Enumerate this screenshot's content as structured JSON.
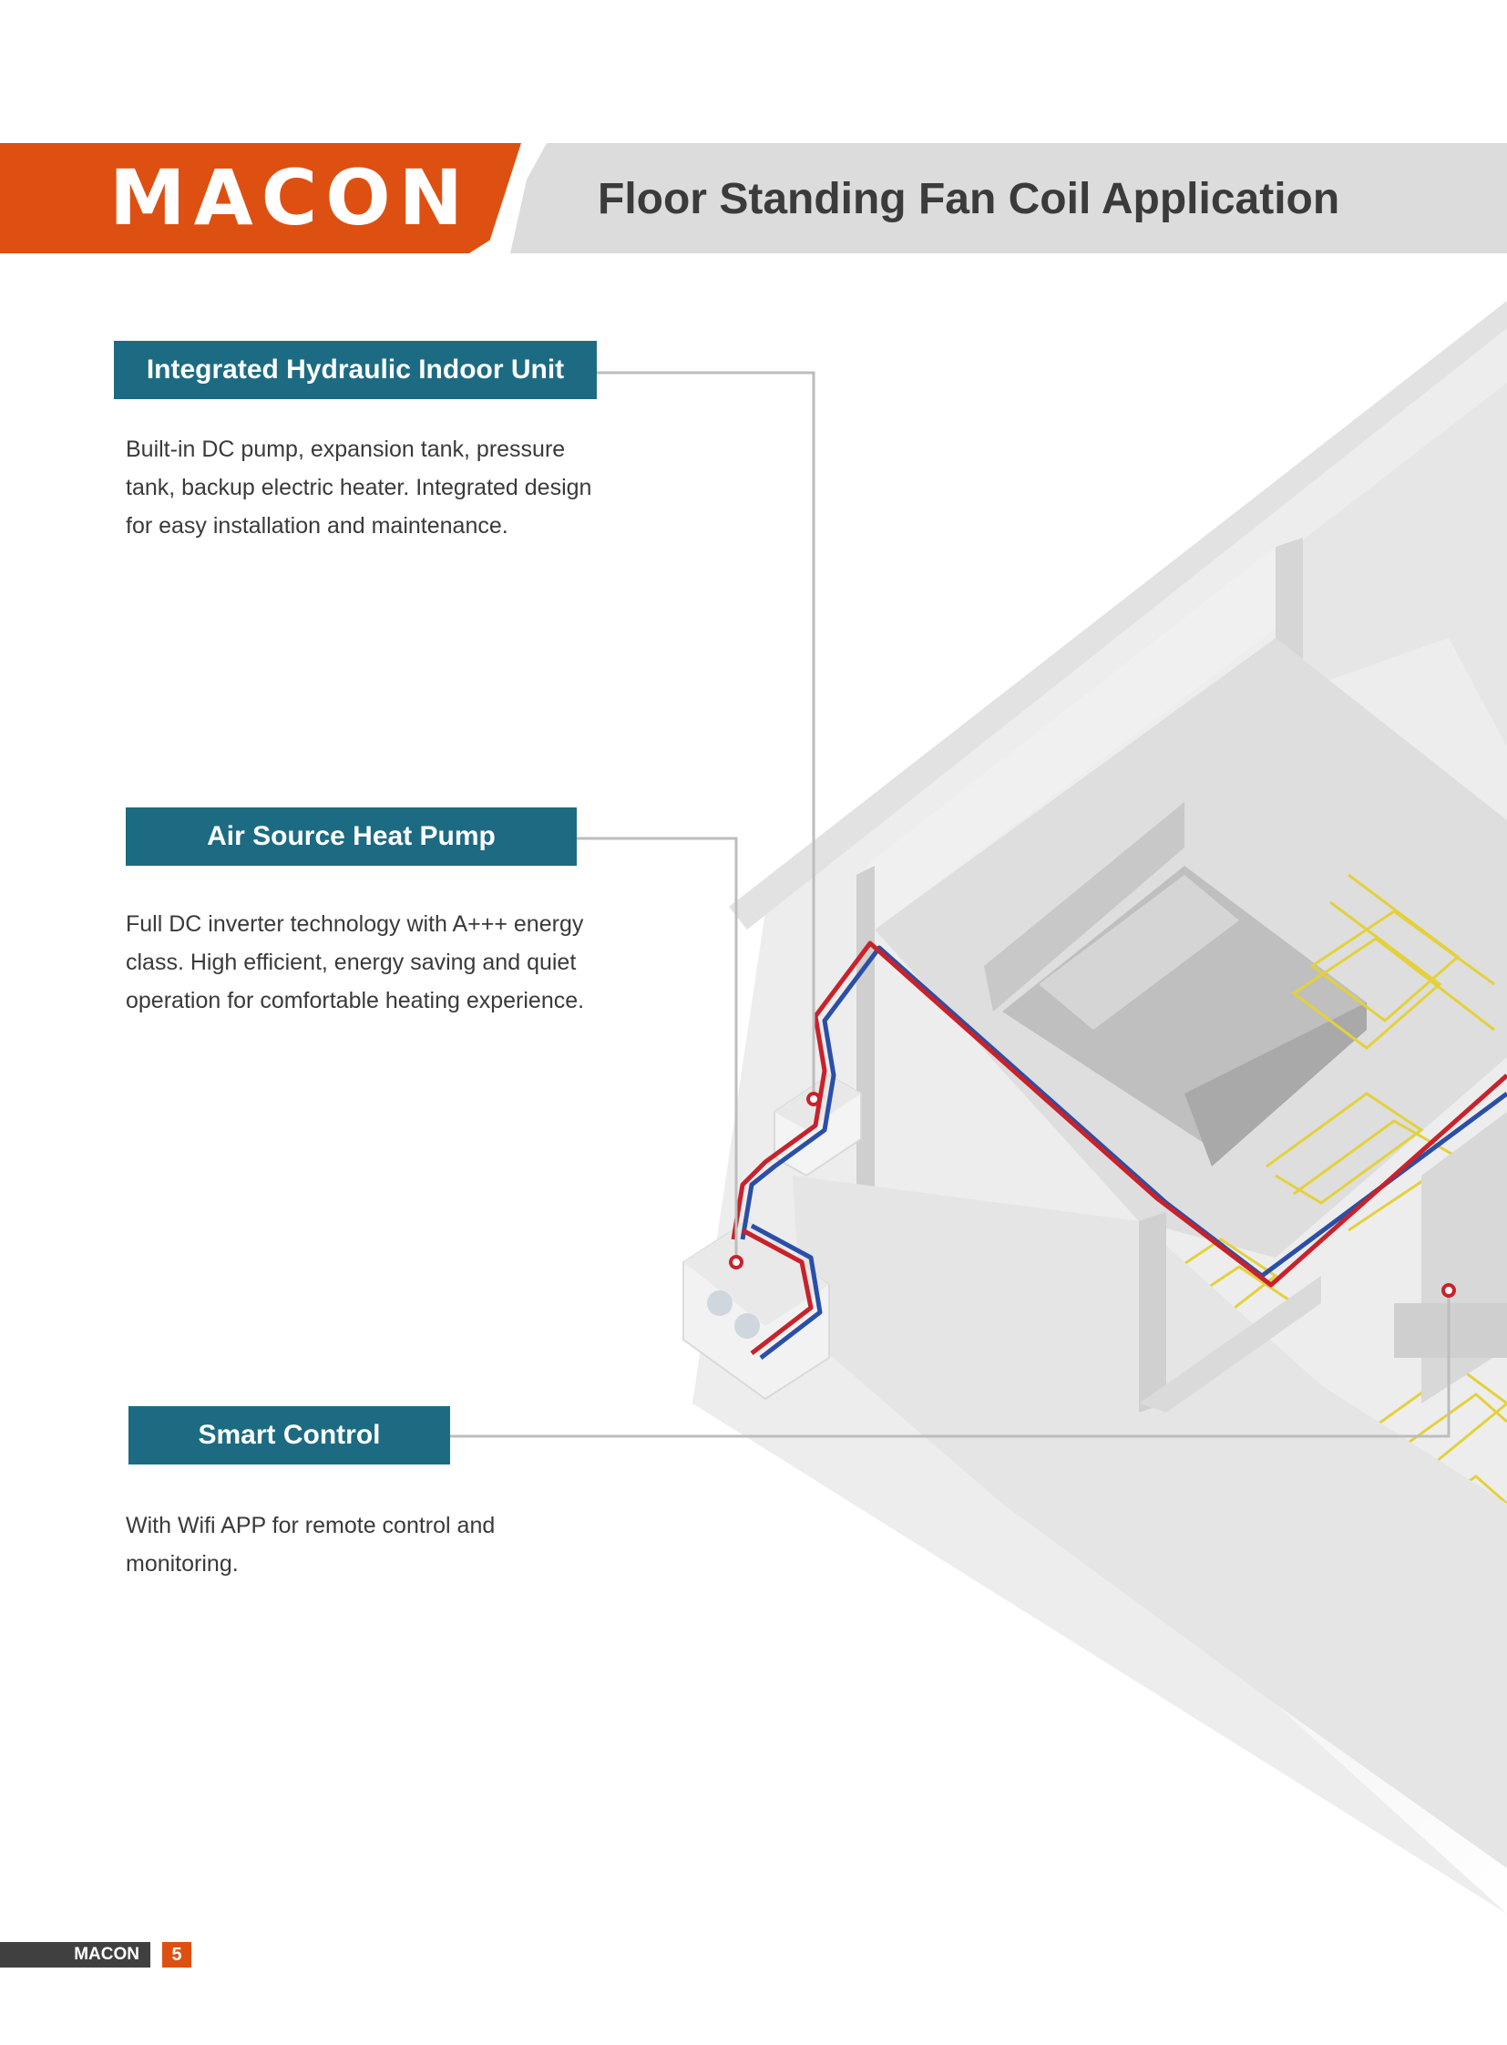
{
  "header": {
    "brand": "MACON",
    "title": "Floor Standing Fan Coil Application"
  },
  "sections": [
    {
      "label": "Integrated Hydraulic Indoor Unit",
      "text": "Built-in DC pump, expansion tank, pressure tank, backup electric heater. Integrated design for easy installation and maintenance."
    },
    {
      "label": "Air Source Heat Pump",
      "text": "Full DC inverter technology with A+++ energy class. High efficient, energy saving and quiet operation for comfortable heating experience."
    },
    {
      "label": "Smart Control",
      "text": "With Wifi APP for remote control and monitoring."
    }
  ],
  "footer": {
    "brand": "MACON",
    "page_number": "5"
  },
  "colors": {
    "brand_orange": "#de5011",
    "tag_teal": "#1c6b83",
    "header_gray": "#dcdcdc",
    "pipe_red": "#c8222b",
    "pipe_blue": "#2a4fa8",
    "floor_heating_yellow": "#e3d13c"
  }
}
